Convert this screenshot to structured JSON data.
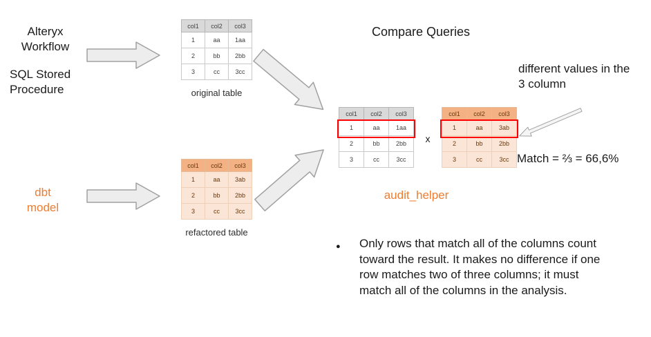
{
  "title": "Compare Queries",
  "left_labels": {
    "alteryx_workflow": "Alteryx\nWorkflow",
    "sql_stored_procedure": "SQL Stored\nProcedure",
    "dbt_model": "dbt\nmodel"
  },
  "tables": {
    "headers": [
      "col1",
      "col2",
      "col3"
    ],
    "original": {
      "caption": "original table",
      "rows": [
        [
          "1",
          "aa",
          "1aa"
        ],
        [
          "2",
          "bb",
          "2bb"
        ],
        [
          "3",
          "cc",
          "3cc"
        ]
      ]
    },
    "refactored": {
      "caption": "refactored table",
      "rows": [
        [
          "1",
          "aa",
          "3ab"
        ],
        [
          "2",
          "bb",
          "2bb"
        ],
        [
          "3",
          "cc",
          "3cc"
        ]
      ]
    },
    "compare_left": {
      "rows": [
        [
          "1",
          "aa",
          "1aa"
        ],
        [
          "2",
          "bb",
          "2bb"
        ],
        [
          "3",
          "cc",
          "3cc"
        ]
      ],
      "highlighted_row": 1
    },
    "compare_right": {
      "rows": [
        [
          "1",
          "aa",
          "3ab"
        ],
        [
          "2",
          "bb",
          "2bb"
        ],
        [
          "3",
          "cc",
          "3cc"
        ]
      ],
      "highlighted_row": 1
    }
  },
  "center": {
    "multiply_sign": "x",
    "audit_helper_label": "audit_helper"
  },
  "annotations": {
    "different_values": "different values in the\n3 column",
    "match_result": "Match = ⅔ = 66,6%",
    "bullet_marker": "●",
    "note": "Only rows that match all of the columns count toward the result. It makes no difference if one row matches two of three columns; it must match all of the columns in the analysis."
  },
  "colors": {
    "accent_orange": "#ED7D31",
    "highlight_red": "#FF0000",
    "table_gray_header": "#D9D9D9",
    "table_orange_header": "#F4B183",
    "table_orange_row": "#FBE5D6"
  }
}
